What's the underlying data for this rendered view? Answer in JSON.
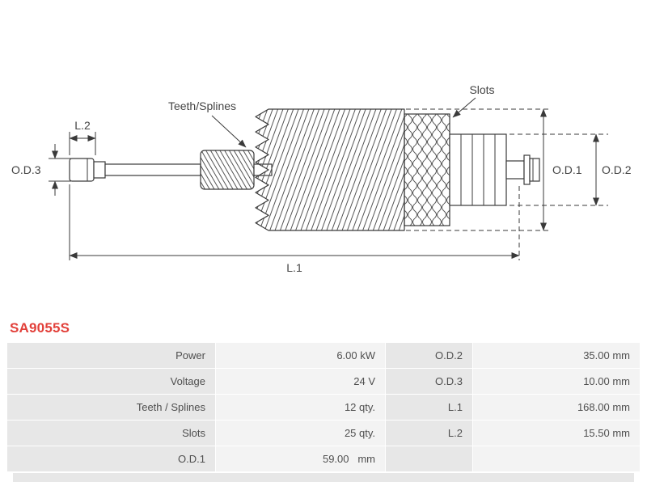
{
  "part_number": "SA9055S",
  "colors": {
    "accent-red": "#e2403a",
    "table-label-bg": "#e7e7e7",
    "table-value-bg": "#f3f3f3",
    "line": "#3a3a3a"
  },
  "diagram": {
    "labels": {
      "teeth_splines": "Teeth/Splines",
      "slots": "Slots",
      "l1": "L.1",
      "l2": "L.2",
      "od1": "O.D.1",
      "od2": "O.D.2",
      "od3": "O.D.3"
    }
  },
  "spec_table": {
    "rows": [
      {
        "label1": "Power",
        "value1": "6.00 kW",
        "label2": "O.D.2",
        "value2": "35.00 mm"
      },
      {
        "label1": "Voltage",
        "value1": "24 V",
        "label2": "O.D.3",
        "value2": "10.00 mm"
      },
      {
        "label1": "Teeth / Splines",
        "value1": "12 qty.",
        "label2": "L.1",
        "value2": "168.00 mm"
      },
      {
        "label1": "Slots",
        "value1": "25 qty.",
        "label2": "L.2",
        "value2": "15.50 mm"
      },
      {
        "label1": "O.D.1",
        "value1": "59.00   mm",
        "label2": "",
        "value2": ""
      }
    ]
  }
}
